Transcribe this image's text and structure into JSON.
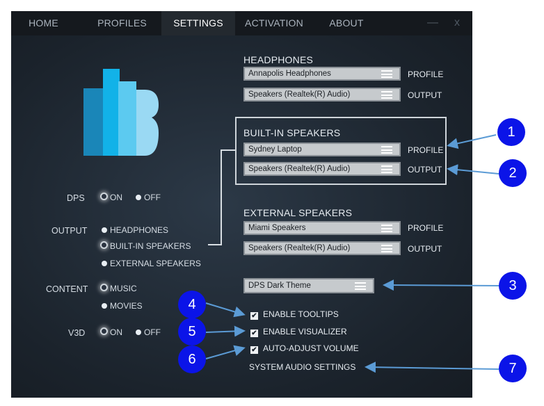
{
  "tabs": [
    "HOME",
    "PROFILES",
    "SETTINGS",
    "ACTIVATION",
    "ABOUT"
  ],
  "window_controls": {
    "minimize": "—",
    "close": "x"
  },
  "left": {
    "dps": {
      "label": "DPS",
      "on": "ON",
      "off": "OFF",
      "selected": "on"
    },
    "output": {
      "label": "OUTPUT",
      "options": [
        "HEADPHONES",
        "BUILT-IN SPEAKERS",
        "EXTERNAL SPEAKERS"
      ],
      "selected": 1
    },
    "content": {
      "label": "CONTENT",
      "options": [
        "MUSIC",
        "MOVIES"
      ],
      "selected": 0
    },
    "v3d": {
      "label": "V3D",
      "on": "ON",
      "off": "OFF",
      "selected": "on"
    }
  },
  "sections": [
    {
      "title": "HEADPHONES",
      "profile": "Annapolis Headphones",
      "output": "Speakers (Realtek(R) Audio)"
    },
    {
      "title": "BUILT-IN SPEAKERS",
      "profile": "Sydney Laptop",
      "output": "Speakers (Realtek(R) Audio)"
    },
    {
      "title": "EXTERNAL SPEAKERS",
      "profile": "Miami Speakers",
      "output": "Speakers (Realtek(R) Audio)"
    }
  ],
  "side_labels": {
    "profile": "PROFILE",
    "output": "OUTPUT"
  },
  "theme": "DPS Dark Theme",
  "checkboxes": [
    {
      "label": "ENABLE TOOLTIPS",
      "checked": true
    },
    {
      "label": "ENABLE VISUALIZER",
      "checked": true
    },
    {
      "label": "AUTO-ADJUST VOLUME",
      "checked": true
    }
  ],
  "check_mark": "✔",
  "system_audio": "SYSTEM AUDIO SETTINGS",
  "callouts": [
    "1",
    "2",
    "3",
    "4",
    "5",
    "6",
    "7"
  ],
  "colors": {
    "callout": "#0b14e8",
    "arrow": "#5b9bd5",
    "logo_dark": "#1a86b8",
    "logo_mid": "#12b2e8",
    "logo_light": "#8fd6f2"
  }
}
